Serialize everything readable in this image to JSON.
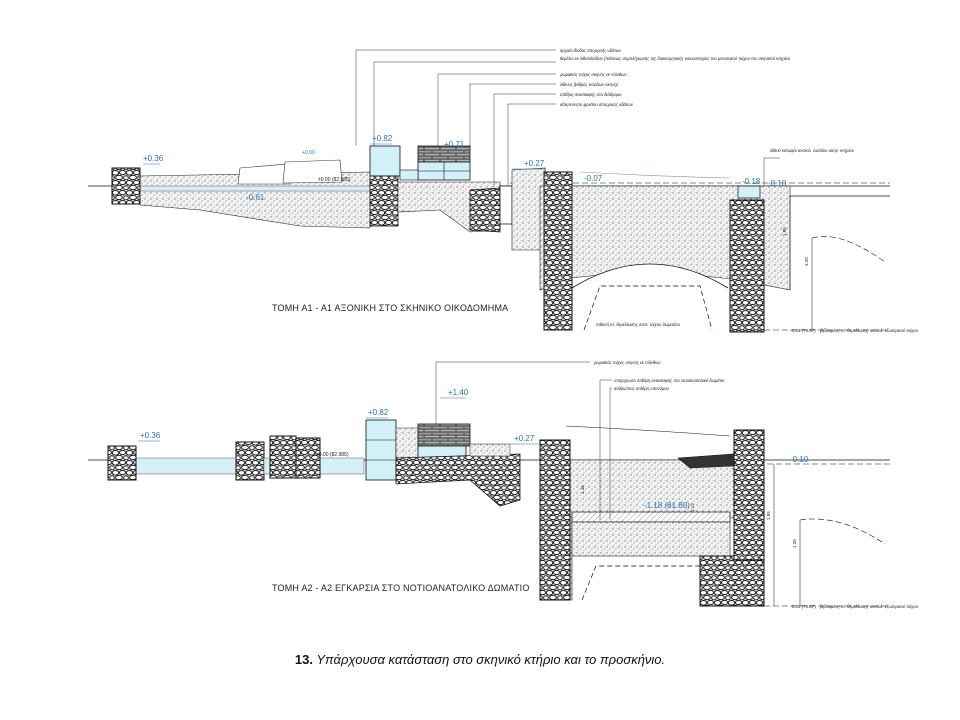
{
  "caption": {
    "number": "13.",
    "text": "Υπάρχουσα κατάσταση στο σκηνικό κτήριο και το προσκήνιο."
  },
  "section1": {
    "title": "ΤΟΜΗ   Α1 - Α1  ΑΞΟΝΙΚΗ ΣΤΟ ΣΚΗΝΙΚΟ ΟΙΚΟΔΟΜΗΜΑ",
    "elevations": {
      "left": "+0.36",
      "mid_small": "+0.00",
      "block": "+0.82",
      "top": "+0.71",
      "right1": "+0.27",
      "right2": "-0.07",
      "right3": "-0.18",
      "right4": "-0.10",
      "ground": "±0.00 (82.985)",
      "found_left": "-0.61"
    },
    "leader_notes": [
      "αρχαίο δίοδος απορροής υδάτων",
      "θεμέλιο εκ λιθοπλίνθων (πιθανώς συμπλήρωσης της διακοσμητικής κιονοστοιχίας του μετωπικού τοίχου του σκηνικού κτηρίου",
      "ρωμαϊκός τοίχος σκηνής εκ πλίνθων",
      "λίθινος βαθμός εισόδων σκηνής",
      "στάθμη ανασκαφής στο διάδρομο",
      "αδιερεύνητο φρεάτιο απορροής υδάτων"
    ],
    "right_note": "λίθινο κατώφλι ανατολ. εισόδου σκην. κτηρίου",
    "bottom_note_center": "πιθανή στ. θεμελίωσης ανατ. τοίχου δωματίου",
    "bottom_note_right": "βιβλιομένη στ. θεμελίωσης ανατολ. εξωτερικού τοίχου",
    "bottom_elev": "-3.33 (79.67)",
    "dims": [
      "1.95",
      "3.20"
    ]
  },
  "section2": {
    "title": "ΤΟΜΗ   Α2 - Α2  ΕΓΚΑΡΣΙΑ ΣΤΟ ΝΟΤΙΟΑΝΑΤΟΛΙΚΟ ΔΩΜΑΤΙΟ",
    "elevations": {
      "left": "+0.36",
      "block": "+0.82",
      "top": "+1.40",
      "right1": "+0.27",
      "right2": "-0.10",
      "floor": "-1.18 (81.80)",
      "ground": "±0.00 (82.985)"
    },
    "leader_notes": [
      "ρωμαϊκός τοίχος σκηνής εκ πλίνθων",
      "υπάρχουσα στάθμη ανασκαφής στο νοτιοανατολικό δωμάτιο",
      "ανθρώπινη στάθμη υπονόμου"
    ],
    "bottom_note_right": "βιβλιομένη στ. θεμελίωσης ανατολ. εξωτερικού τοίχου",
    "bottom_elev": "-3.33 (79.67)",
    "dims": [
      "1.45",
      "1.95",
      "1.20",
      "1.12"
    ]
  }
}
